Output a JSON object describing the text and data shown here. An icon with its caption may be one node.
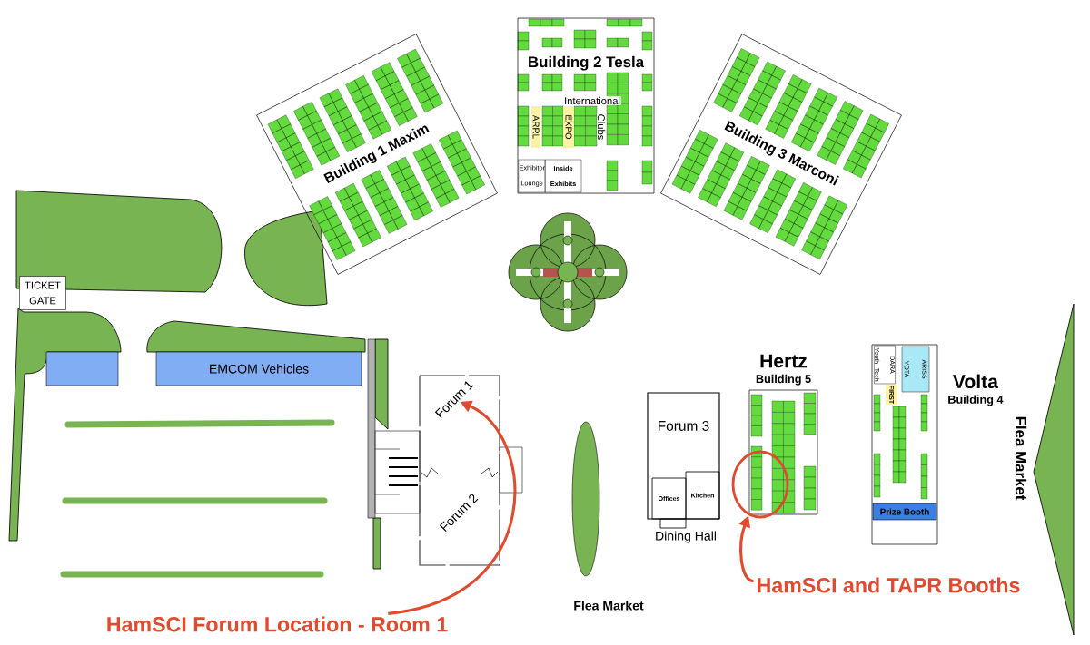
{
  "diagram": {
    "nodes": [
      {
        "text": [
          "TICKET GATE"
        ]
      },
      {
        "text": [],
        "shape": "box"
      },
      {
        "text": [
          "EMCOM Vehicles"
        ]
      },
      {
        "text": [
          "Building 1  Maxim"
        ]
      },
      {
        "text": [
          "Building 2  Tesla"
        ]
      },
      {
        "text": [
          "ARRL"
        ],
        "in": 4
      },
      {
        "text": [
          "EXPO"
        ],
        "in": 4
      },
      {
        "text": [
          "Exhibitor Lounge"
        ],
        "in": 4
      },
      {
        "text": [
          "Inside Exhibits"
        ],
        "in": 4
      },
      {
        "text": [
          "Building 3  Marconi"
        ]
      },
      {
        "text": [
          "Forum 1"
        ]
      },
      {
        "text": [
          "Forum 2"
        ]
      },
      {
        "text": [
          "Flea Market"
        ]
      },
      {
        "text": [
          "Forum 3"
        ]
      },
      {
        "text": [
          "Offices"
        ],
        "in": 13
      },
      {
        "text": [
          "Kitchen"
        ],
        "in": 13
      },
      {
        "text": [
          "Dining Hall"
        ]
      },
      {
        "text": [
          "Hertz",
          "Building 5"
        ]
      },
      {
        "text": [],
        "shape": "circle"
      },
      {
        "text": [
          "Volta",
          "Building 4"
        ]
      },
      {
        "text": [
          "DARA Youth Tech"
        ],
        "in": 19
      },
      {
        "text": [
          "FIRST"
        ],
        "in": 19
      },
      {
        "text": [
          "ARISS",
          "YOTA"
        ],
        "in": 19
      },
      {
        "text": [
          "Prize Booth"
        ],
        "in": 19
      },
      {
        "text": [
          "Flea Market"
        ]
      },
      {
        "text": [
          "HamSCI Forum Location - Room 1"
        ]
      },
      {
        "text": [
          "HamSCI and TAPR Booths"
        ]
      }
    ],
    "edges": [
      {
        "from": 25,
        "to": 10,
        "arrow": "to"
      },
      {
        "from": 26,
        "to": 18,
        "arrow": "to"
      }
    ],
    "labels": [
      "International",
      "Clubs"
    ]
  }
}
